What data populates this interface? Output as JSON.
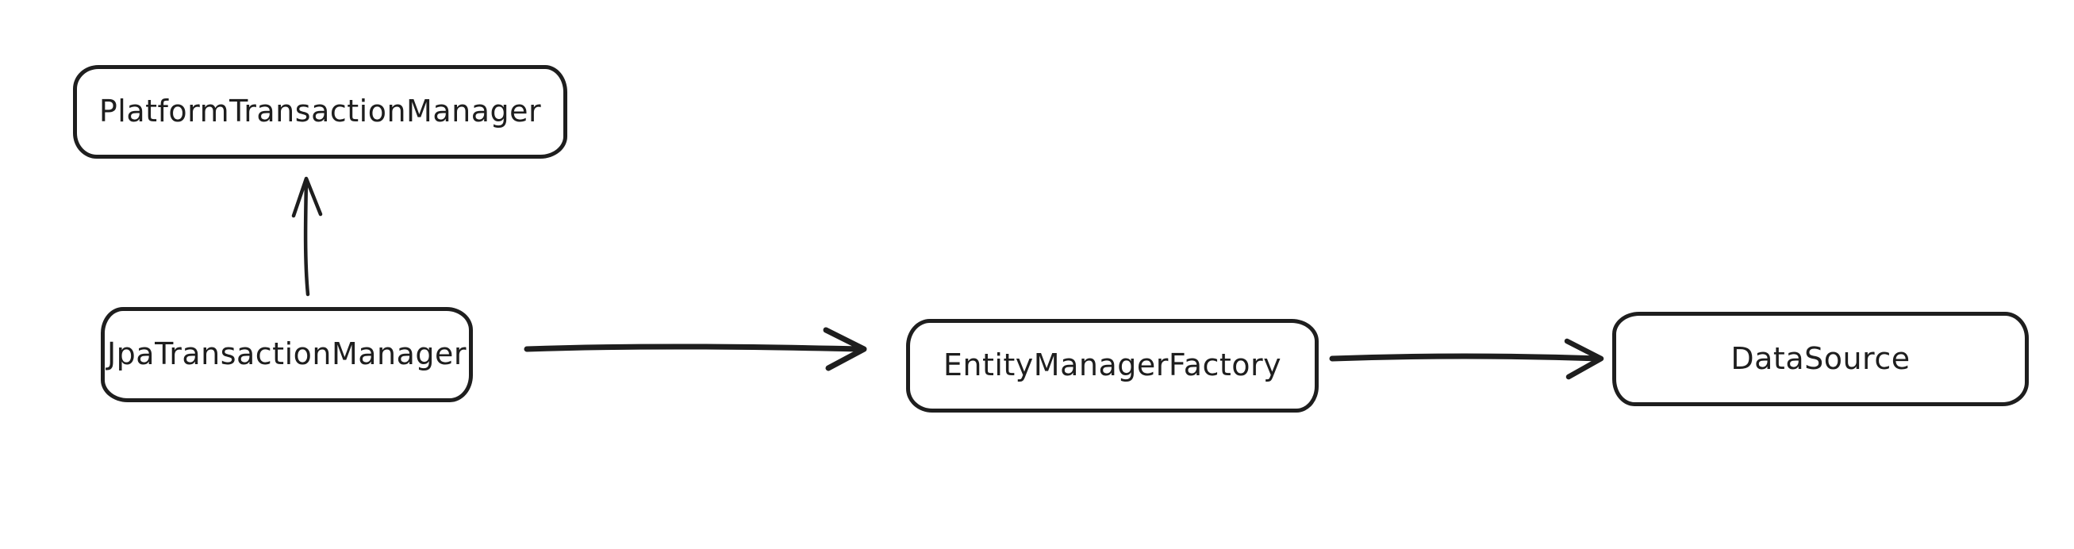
{
  "page": {
    "background_color": "#ffffff"
  },
  "diagram": {
    "style": "hand-drawn sketch (whiteboard)",
    "stroke_color": "#1e1e1e",
    "box_fill_color": "#ffffff",
    "nodes": [
      {
        "id": "platform-transaction-manager",
        "label": "PlatformTransactionManager"
      },
      {
        "id": "jpa-transaction-manager",
        "label": "JpaTransactionManager"
      },
      {
        "id": "entity-manager-factory",
        "label": "EntityManagerFactory"
      },
      {
        "id": "data-source",
        "label": "DataSource"
      }
    ],
    "edges": [
      {
        "from": "JpaTransactionManager",
        "to": "PlatformTransactionManager",
        "direction": "up",
        "arrowhead": "open-v"
      },
      {
        "from": "JpaTransactionManager",
        "to": "EntityManagerFactory",
        "direction": "right",
        "arrowhead": "open-v"
      },
      {
        "from": "EntityManagerFactory",
        "to": "DataSource",
        "direction": "right",
        "arrowhead": "open-v"
      }
    ]
  }
}
